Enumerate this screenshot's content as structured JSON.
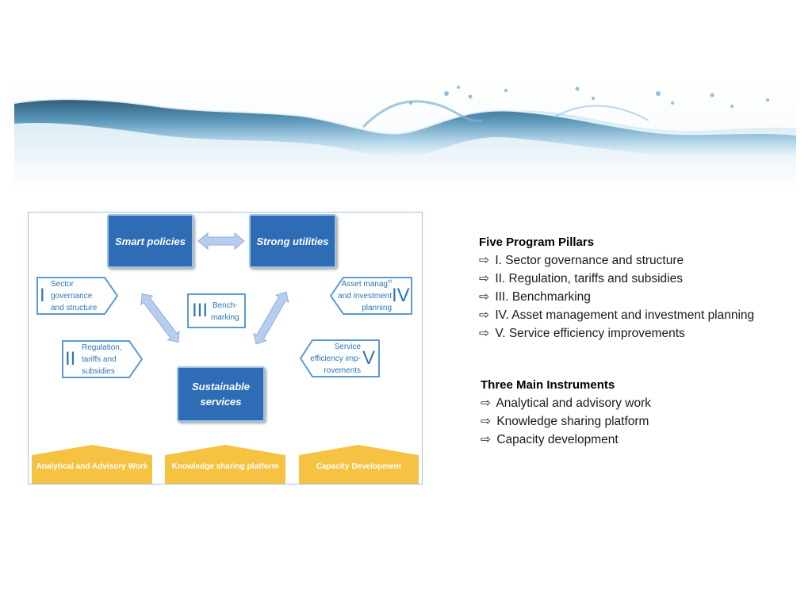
{
  "diagram": {
    "top_boxes": [
      "Smart policies",
      "Strong utilities"
    ],
    "bottom_box": [
      "Sustainable",
      "services"
    ],
    "pillars": [
      {
        "numeral": "I",
        "lines": [
          "Sector",
          "governance",
          "and structure"
        ]
      },
      {
        "numeral": "II",
        "lines": [
          "Regulation,",
          "tariffs and",
          "subsidies"
        ]
      },
      {
        "numeral": "III",
        "lines": [
          "Bench-",
          "marking"
        ]
      },
      {
        "numeral": "IV",
        "line1_main": "Asset manag",
        "line1_sup": "nt",
        "lines_rest": [
          "and investment",
          "planning"
        ]
      },
      {
        "numeral": "V",
        "lines": [
          "Service",
          "efficiency imp-",
          "rovements"
        ]
      }
    ],
    "instruments": [
      "Analytical and Advisory Work",
      "Knowledge sharing platform",
      "Capacity Development"
    ],
    "colors": {
      "box_blue": "#2e6db5",
      "pillar_blue": "#2e75b6",
      "instrument_gold": "#f5c242",
      "arrow_fill": "#b7cdef"
    }
  },
  "pillars_block": {
    "title": "Five Program Pillars",
    "icon": "hollow-right-arrow-icon",
    "items": [
      "I. Sector governance and structure",
      "II. Regulation, tariffs and subsidies",
      "III. Benchmarking",
      "IV. Asset management and investment planning",
      "V. Service efficiency improvements"
    ]
  },
  "instruments_block": {
    "title": "Three Main Instruments",
    "icon": "hollow-right-arrow-icon",
    "items": [
      "Analytical and advisory work",
      "Knowledge sharing platform",
      "Capacity development"
    ]
  }
}
